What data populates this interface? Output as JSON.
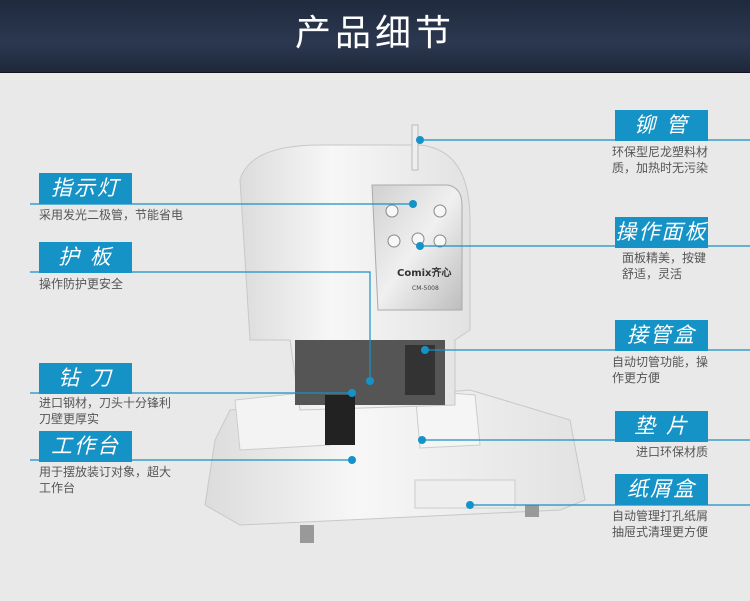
{
  "header": {
    "title": "产品细节"
  },
  "machine": {
    "brand": "Comix齐心",
    "model": "CM-5008"
  },
  "left_features": [
    {
      "title": "指示灯",
      "desc": [
        "采用发光二极管，节能省电"
      ]
    },
    {
      "title": "护  板",
      "desc": [
        "操作防护更安全"
      ]
    },
    {
      "title": "钻  刀",
      "desc": [
        "进口钢材，刀头十分锋利",
        "刀壁更厚实"
      ]
    },
    {
      "title": "工作台",
      "desc": [
        "用于摆放装订对象，超大",
        "工作台"
      ]
    }
  ],
  "right_features": [
    {
      "title": "铆  管",
      "desc": [
        "环保型尼龙塑料材",
        "质，加热时无污染"
      ]
    },
    {
      "title": "操作面板",
      "desc": [
        "面板精美，按键",
        "舒适，灵活"
      ]
    },
    {
      "title": "接管盒",
      "desc": [
        "自动切管功能，操",
        "作更方便"
      ]
    },
    {
      "title": "垫  片",
      "desc": [
        "进口环保材质"
      ]
    },
    {
      "title": "纸屑盒",
      "desc": [
        "自动管理打孔纸屑",
        "抽屉式清理更方便"
      ]
    }
  ],
  "colors": {
    "accent": "#1592c6",
    "banner": "#26324a",
    "background": "#e9e9e9"
  }
}
